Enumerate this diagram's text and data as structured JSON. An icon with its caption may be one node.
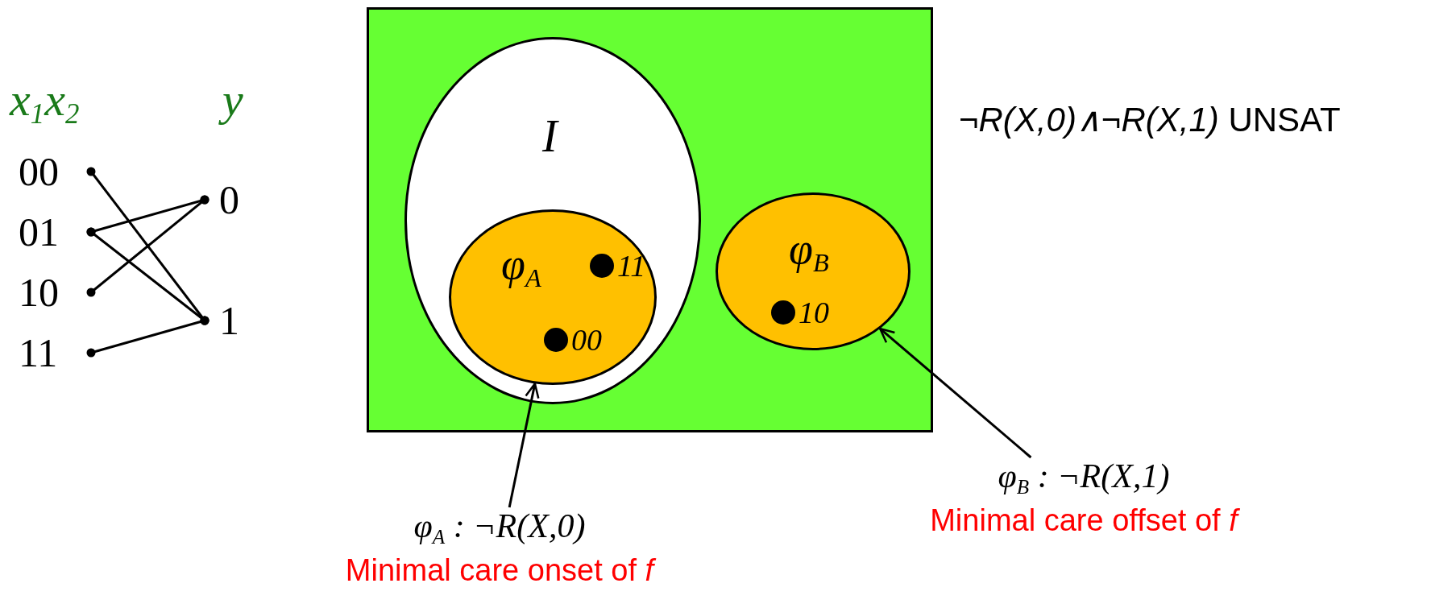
{
  "diagram": {
    "nodes": [
      {
        "text": [
          "00"
        ]
      },
      {
        "text": [
          "01"
        ]
      },
      {
        "text": [
          "10"
        ]
      },
      {
        "text": [
          "11"
        ]
      },
      {
        "text": [
          "0"
        ]
      },
      {
        "text": [
          "1"
        ]
      },
      {
        "text": [],
        "shape": "box"
      },
      {
        "text": [
          "I"
        ],
        "in": 6
      },
      {
        "text": [
          "φ$_{A}$"
        ],
        "in": 7
      },
      {
        "text": [
          "11"
        ],
        "in": 8
      },
      {
        "text": [
          "00"
        ],
        "in": 8
      },
      {
        "text": [
          "φ$_{B}$"
        ],
        "in": 6
      },
      {
        "text": [
          "10"
        ],
        "in": 11
      },
      {
        "text": [
          "φ$_{A}$ : ¬R(X,0)",
          "Minimal care onset of *f*"
        ]
      },
      {
        "text": [
          "φ$_{B}$ : ¬R(X,1)",
          "Minimal care offset of *f*"
        ]
      }
    ],
    "edges": [
      {
        "from": 0,
        "to": 5,
        "arrow": "other"
      },
      {
        "from": 1,
        "to": 4,
        "arrow": "other"
      },
      {
        "from": 1,
        "to": 5,
        "arrow": "other"
      },
      {
        "from": 2,
        "to": 4,
        "arrow": "other"
      },
      {
        "from": 3,
        "to": 5,
        "arrow": "other"
      },
      {
        "from": 13,
        "to": 8,
        "arrow": "to"
      },
      {
        "from": 14,
        "to": 11,
        "arrow": "to"
      }
    ],
    "labels": [
      "x$_{1}$x$_{2}$",
      "y",
      "*¬R(X,0)∧¬R(X,1)* UNSAT"
    ]
  }
}
